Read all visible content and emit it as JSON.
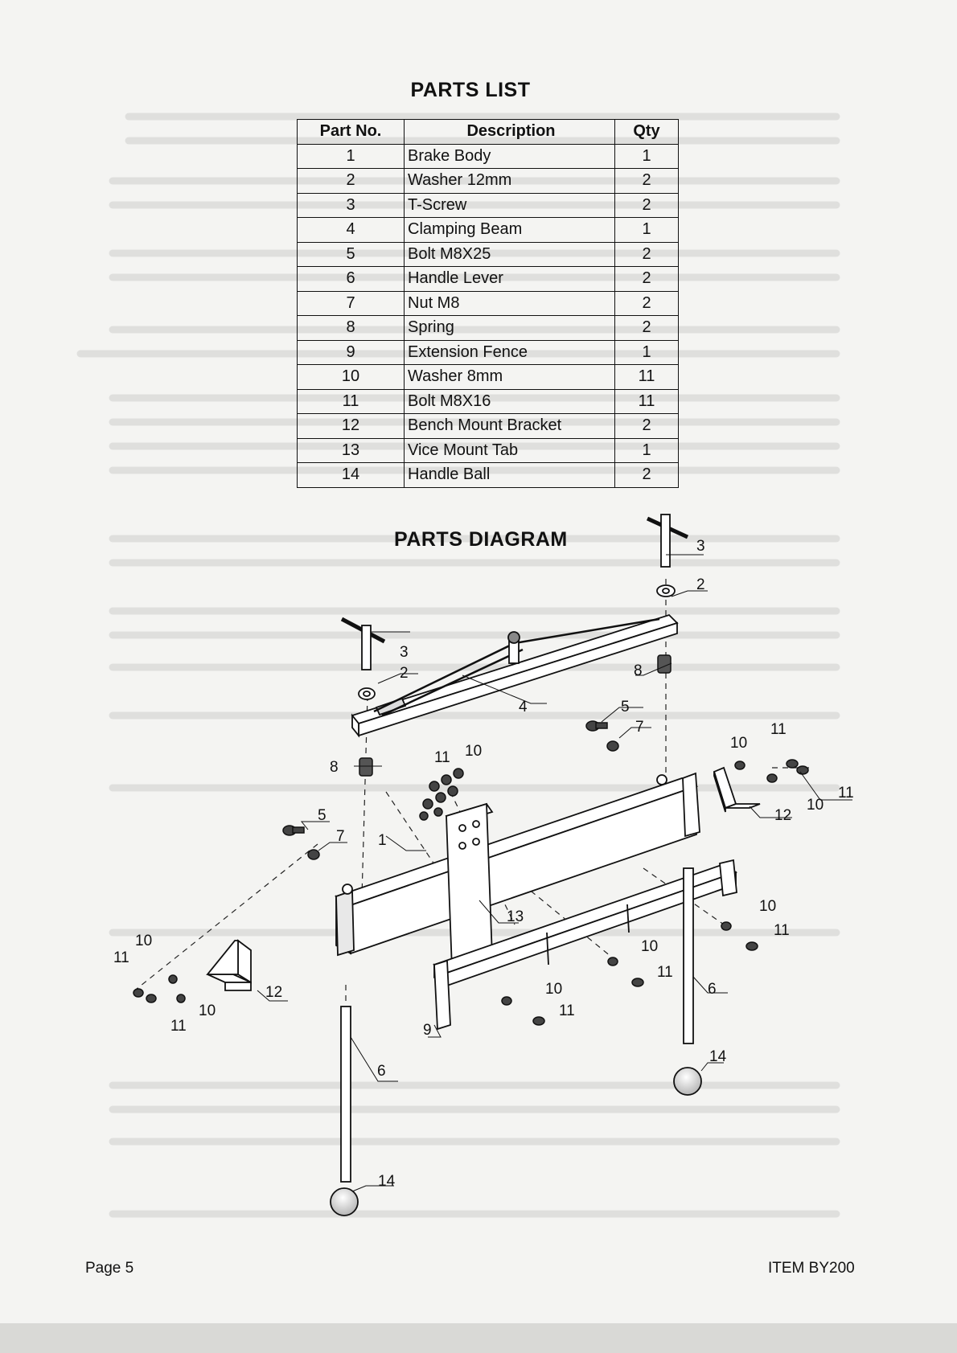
{
  "parts_list": {
    "title": "PARTS LIST",
    "headers": {
      "part_no": "Part No.",
      "description": "Description",
      "qty": "Qty"
    },
    "rows": [
      {
        "no": "1",
        "description": "Brake Body",
        "qty": "1"
      },
      {
        "no": "2",
        "description": "Washer 12mm",
        "qty": "2"
      },
      {
        "no": "3",
        "description": "T-Screw",
        "qty": "2"
      },
      {
        "no": "4",
        "description": "Clamping Beam",
        "qty": "1"
      },
      {
        "no": "5",
        "description": "Bolt M8X25",
        "qty": "2"
      },
      {
        "no": "6",
        "description": "Handle Lever",
        "qty": "2"
      },
      {
        "no": "7",
        "description": "Nut M8",
        "qty": "2"
      },
      {
        "no": "8",
        "description": "Spring",
        "qty": "2"
      },
      {
        "no": "9",
        "description": "Extension Fence",
        "qty": "1"
      },
      {
        "no": "10",
        "description": "Washer 8mm",
        "qty": "11"
      },
      {
        "no": "11",
        "description": "Bolt M8X16",
        "qty": "11"
      },
      {
        "no": "12",
        "description": "Bench Mount Bracket",
        "qty": "2"
      },
      {
        "no": "13",
        "description": "Vice Mount Tab",
        "qty": "1"
      },
      {
        "no": "14",
        "description": "Handle Ball",
        "qty": "2"
      }
    ]
  },
  "diagram": {
    "title": "PARTS DIAGRAM",
    "callouts": [
      "3",
      "2",
      "3",
      "2",
      "8",
      "4",
      "5",
      "7",
      "8",
      "11",
      "10",
      "10",
      "11",
      "11",
      "10",
      "12",
      "5",
      "7",
      "1",
      "13",
      "10",
      "11",
      "11",
      "10",
      "11",
      "10",
      "12",
      "10",
      "11",
      "10",
      "11",
      "9",
      "6",
      "14",
      "6",
      "14"
    ]
  },
  "footer": {
    "page": "Page 5",
    "item": "ITEM BY200"
  }
}
